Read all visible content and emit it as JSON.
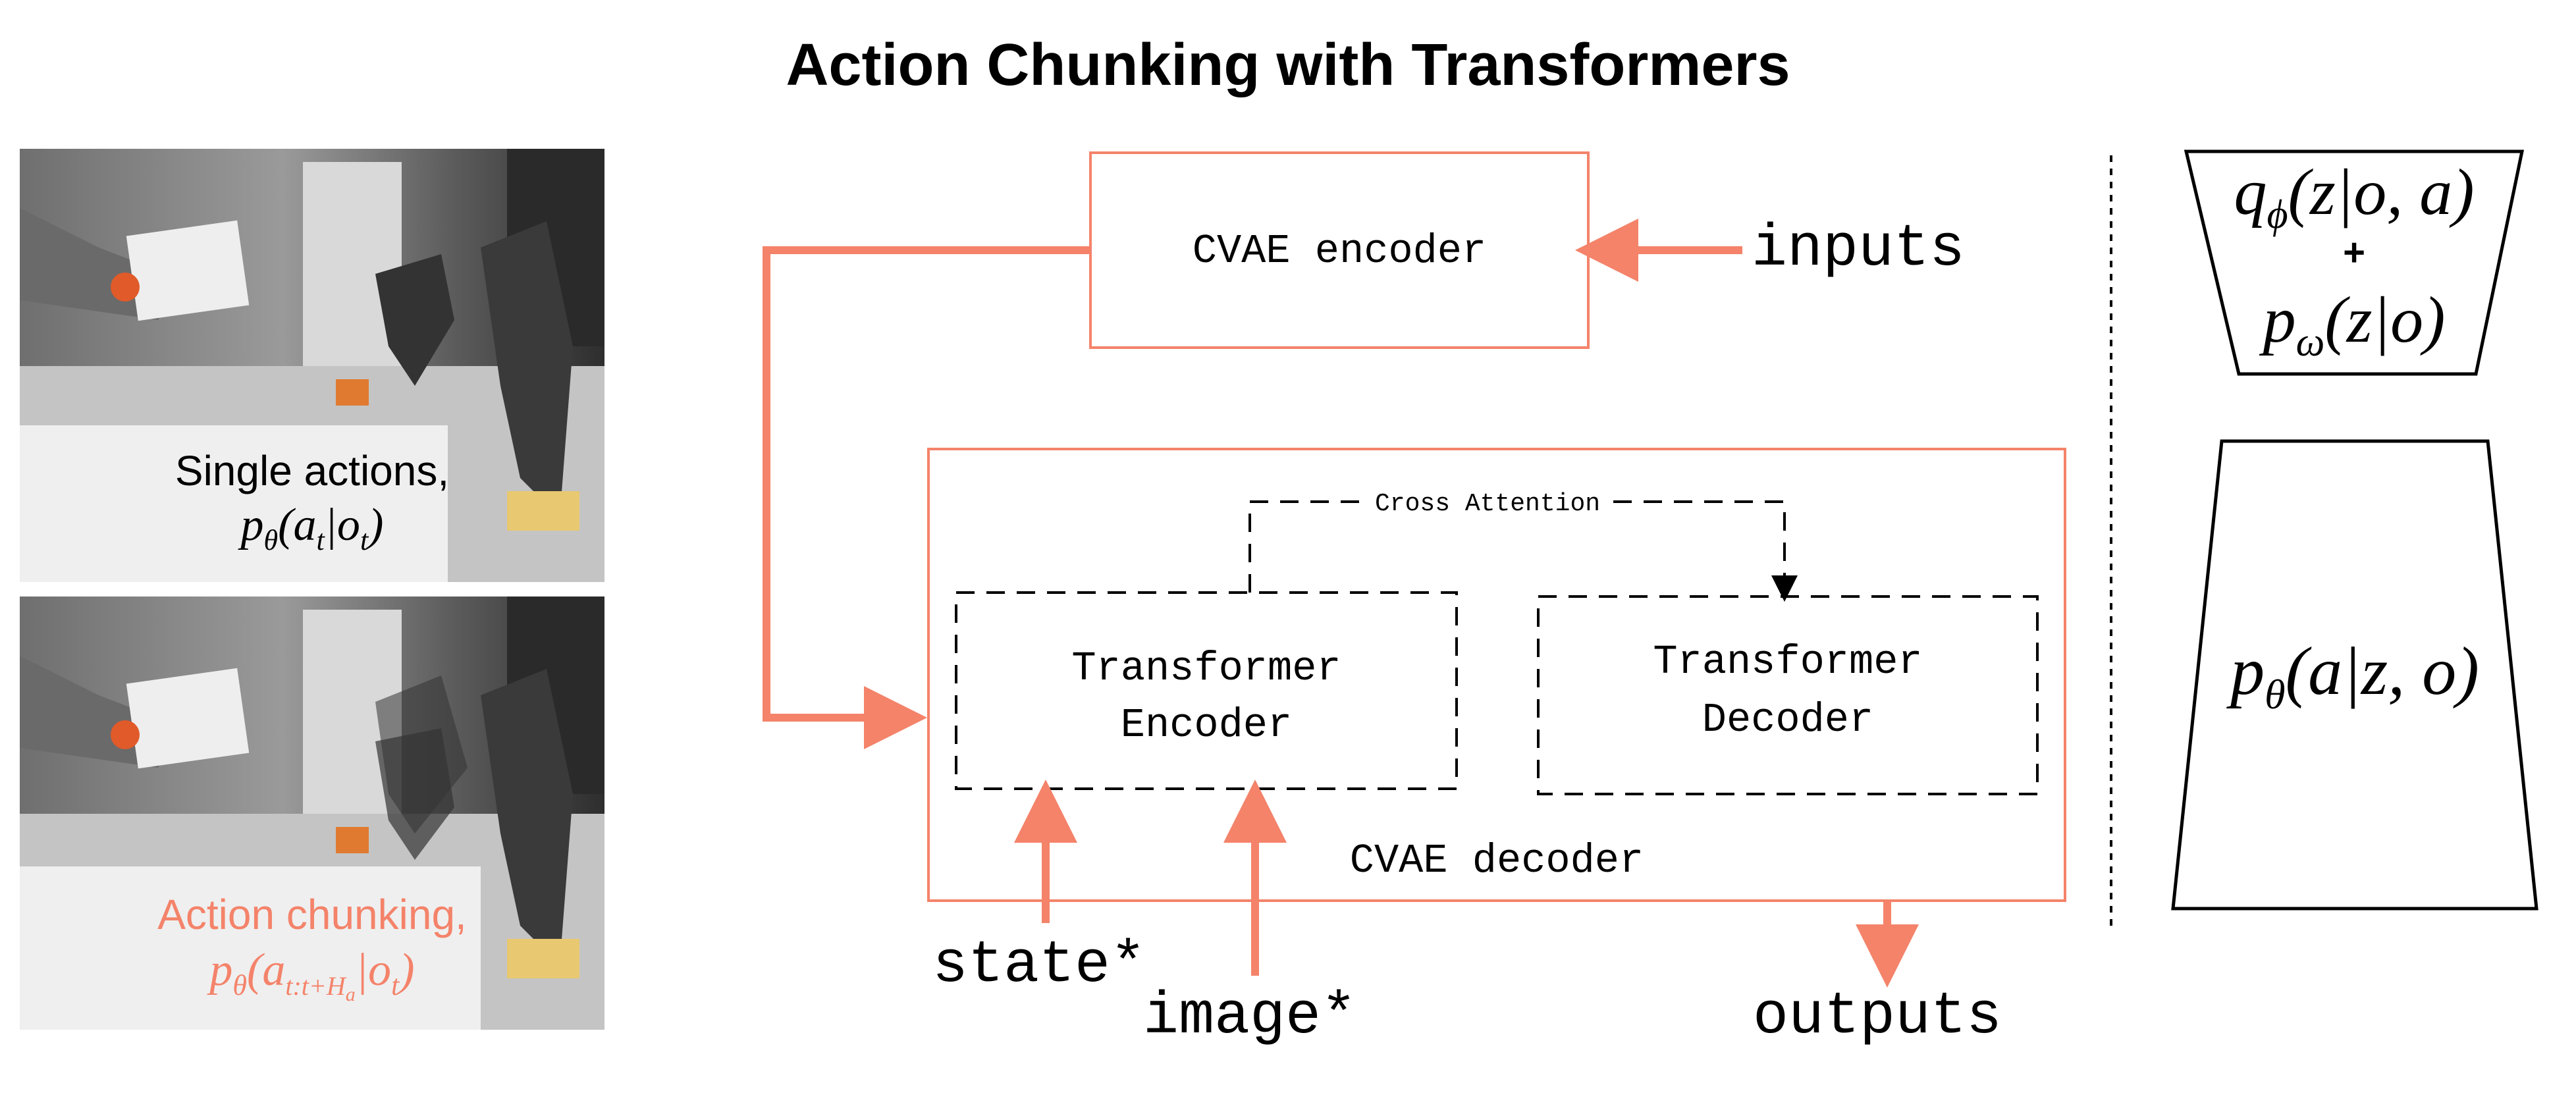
{
  "title": "Action Chunking with Transformers",
  "photos": {
    "top_caption": "Single actions,",
    "top_formula": "pθ(at|ot)",
    "bottom_caption": "Action chunking,",
    "bottom_formula": "pθ(at:t+Ha|ot)"
  },
  "diagram": {
    "cvae_encoder": "CVAE encoder",
    "inputs": "inputs",
    "cross_attention": "Cross Attention",
    "transformer_encoder_line1": "Transformer",
    "transformer_encoder_line2": "Encoder",
    "transformer_decoder_line1": "Transformer",
    "transformer_decoder_line2": "Decoder",
    "cvae_decoder": "CVAE decoder",
    "state": "state*",
    "image": "image*",
    "outputs": "outputs"
  },
  "formulas": {
    "posterior": "qϕ(z|o,a)",
    "plus": "+",
    "prior": "pω(z|o)",
    "policy": "pθ(a|z,o)"
  },
  "colors": {
    "accent": "#f4836a",
    "box_border": "#f4836a",
    "text": "#000000"
  }
}
